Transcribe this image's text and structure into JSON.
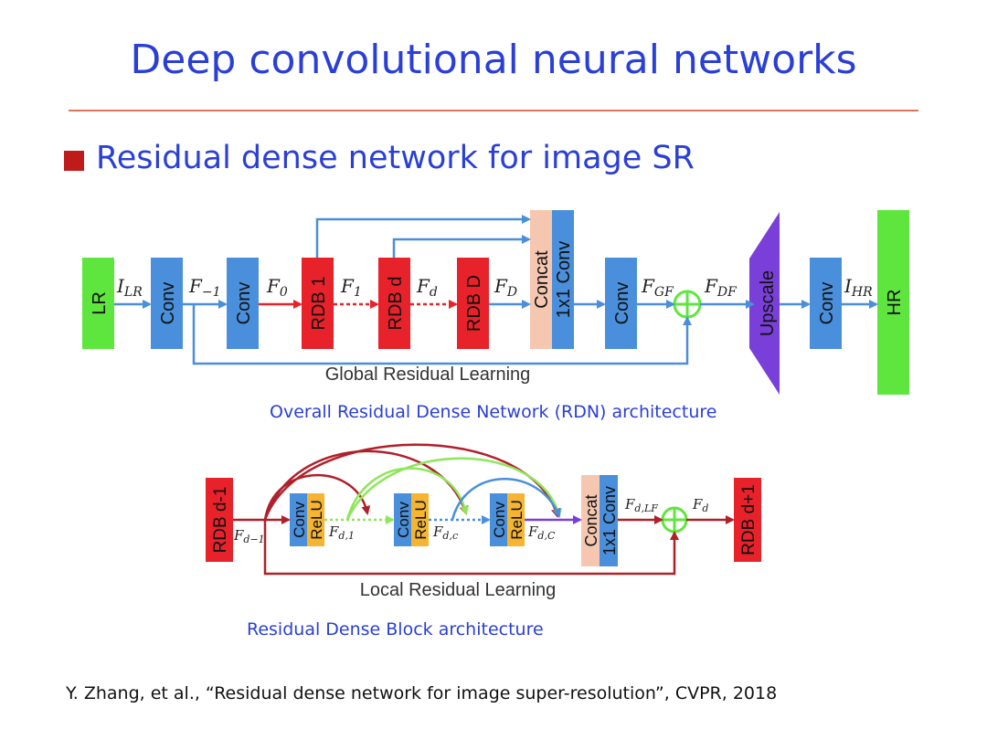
{
  "slide": {
    "title": "Deep convolutional neural networks",
    "bullet": "Residual dense network for image SR",
    "citation": "Y. Zhang, et al., “Residual dense network for image super-resolution”, CVPR, 2018"
  },
  "rdn": {
    "caption": "Overall Residual Dense Network (RDN) architecture",
    "blocks": {
      "lr": "LR",
      "conv1": "Conv",
      "conv2": "Conv",
      "rdb1": "RDB 1",
      "rdbd": "RDB d",
      "rdbD": "RDB D",
      "concat": "Concat",
      "conv1x1": "1x1 Conv",
      "conv3": "Conv",
      "upscale": "Upscale",
      "conv4": "Conv",
      "hr": "HR"
    },
    "signals": {
      "ilr": "I",
      "ilr_sub": "LR",
      "fm1": "F",
      "fm1_sub": "−1",
      "f0": "F",
      "f0_sub": "0",
      "f1": "F",
      "f1_sub": "1",
      "fd": "F",
      "fd_sub": "d",
      "fD": "F",
      "fD_sub": "D",
      "fgf": "F",
      "fgf_sub": "GF",
      "fdf": "F",
      "fdf_sub": "DF",
      "ihr": "I",
      "ihr_sub": "HR"
    },
    "global_label": "Global Residual Learning",
    "colors": {
      "green": "#5ee63f",
      "blue": "#4a8fdb",
      "red": "#e8222a",
      "peach": "#f5c7b0",
      "purple": "#7a3fd8",
      "arrow": "#4a8fdb"
    }
  },
  "rdb": {
    "caption": "Residual Dense Block architecture",
    "blocks": {
      "prev": "RDB d-1",
      "conv": "Conv",
      "relu": "ReLU",
      "concat": "Concat",
      "conv1x1": "1x1 Conv",
      "next": "RDB d+1"
    },
    "signals": {
      "fdm1": "F",
      "fdm1_sub": "d−1",
      "fd1": "F",
      "fd1_sub": "d,1",
      "fdc": "F",
      "fdc_sub": "d,c",
      "fdC": "F",
      "fdC_sub": "d,C",
      "fdlf": "F",
      "fdlf_sub": "d,LF",
      "fdout": "F",
      "fdout_sub": "d"
    },
    "local_label": "Local Residual Learning",
    "colors": {
      "orange": "#f5b530",
      "darkred": "#b0202a",
      "lightgreen": "#8ee65a"
    }
  }
}
